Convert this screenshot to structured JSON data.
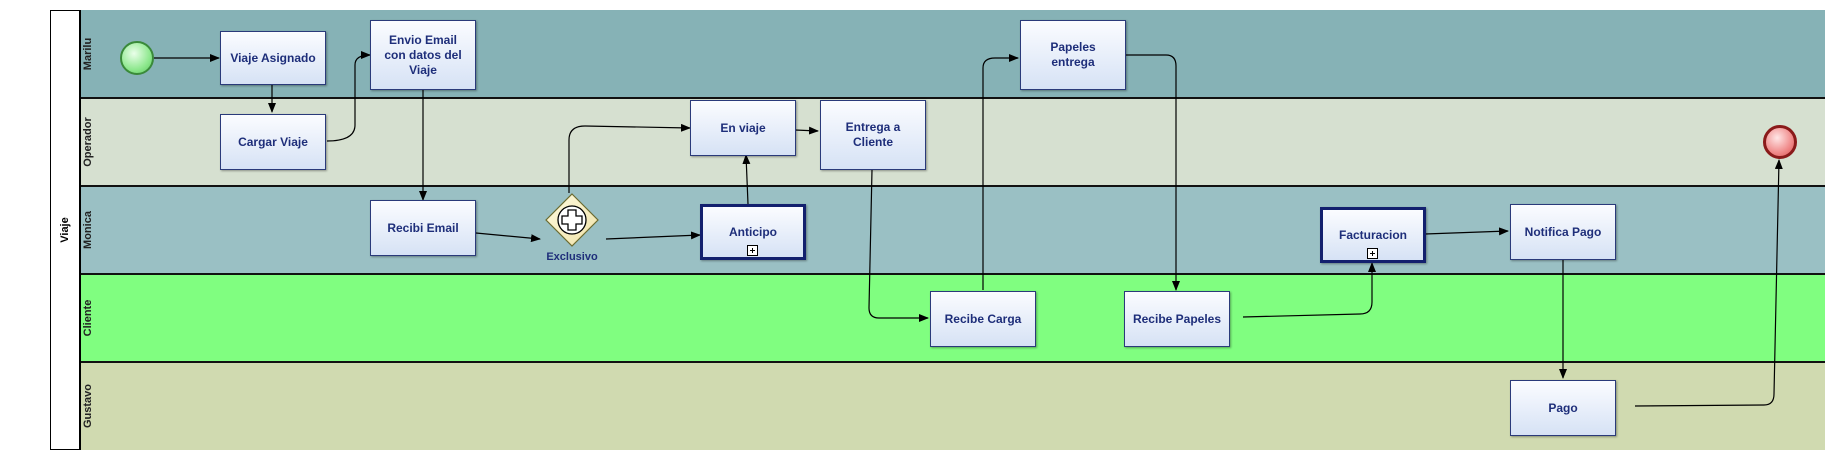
{
  "pool": {
    "name": "Viaje"
  },
  "lanes": [
    {
      "name": "Marilu",
      "color": "#86b2b6"
    },
    {
      "name": "Operador",
      "color": "#d6e0d0"
    },
    {
      "name": "Monica",
      "color": "#9ac0c4"
    },
    {
      "name": "Cliente",
      "color": "#80fe80"
    },
    {
      "name": "Gustavo",
      "color": "#d0dab0"
    }
  ],
  "tasks": {
    "viaje_asignado": "Viaje Asignado",
    "envio_email": "Envio Email con datos del Viaje",
    "papeles_entrega": "Papeles entrega",
    "cargar_viaje": "Cargar Viaje",
    "en_viaje": "En viaje",
    "entrega_cliente": "Entrega a Cliente",
    "recibi_email": "Recibi Email",
    "anticipo": "Anticipo",
    "facturacion": "Facturacion",
    "notifica_pago": "Notifica Pago",
    "recibe_carga": "Recibe Carga",
    "recibe_papeles": "Recibe Papeles",
    "pago": "Pago"
  },
  "gateway": {
    "label": "Exclusivo",
    "type": "parallel-plus-icon"
  },
  "events": {
    "start": "start-event",
    "end": "end-event"
  },
  "colors": {
    "task_border": "#2a3a7a",
    "task_text": "#1e2e7a",
    "sequence_flow": "#000000"
  }
}
